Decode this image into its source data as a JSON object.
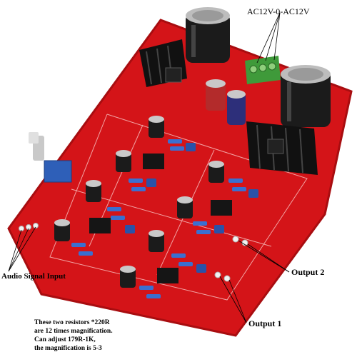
{
  "image": {
    "description_labels": {
      "power_input": "AC12V-0-AC12V",
      "audio_input": "Audio Signal Input",
      "output_1": "Output 1",
      "output_2": "Output 2",
      "resistor_note": [
        "These two resistors *220R",
        "are 12 times magnification.",
        "Can adjust 179R-1K,",
        "the magnification is 5-3"
      ]
    },
    "colors": {
      "pcb": "#d41418",
      "pcb_edge": "#a80d10",
      "potentiometer_body": "#2e5fb8",
      "resistor": "#3a6fd0",
      "terminal_block": "#3f9a3a",
      "capacitor_black": "#1b1b1b",
      "capacitor_green": "#7f9a3f",
      "heatsink": "#111111"
    }
  }
}
